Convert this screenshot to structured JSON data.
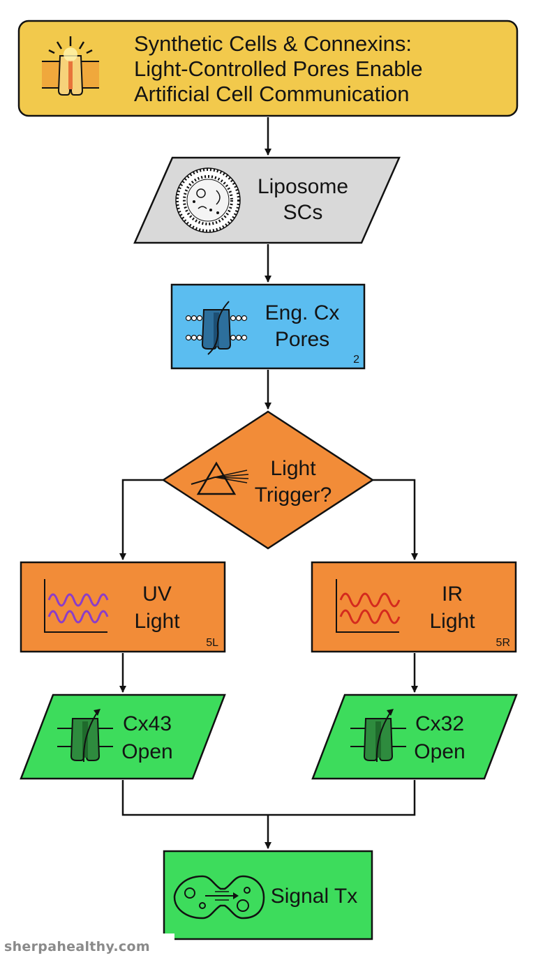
{
  "title": {
    "lines": [
      "Synthetic Cells & Connexins:",
      "Light-Controlled Pores Enable",
      "Artificial Cell Communication"
    ],
    "color": "#f2c94c",
    "icon": "light-gated-pore-icon"
  },
  "nodes": {
    "liposome": {
      "lines": [
        "Liposome",
        "SCs"
      ],
      "color": "#d9d9d9",
      "icon": "liposome-icon"
    },
    "eng_cx": {
      "lines": [
        "Eng. Cx",
        "Pores"
      ],
      "tag": "2",
      "color": "#5bbdf0",
      "icon": "membrane-pore-icon"
    },
    "light_trigger": {
      "lines": [
        "Light",
        "Trigger?"
      ],
      "color": "#f28c38",
      "icon": "prism-icon"
    },
    "uv_light": {
      "lines": [
        "UV",
        "Light"
      ],
      "tag": "5L",
      "color": "#f28c38",
      "wave_color": "#8b3dc9",
      "icon": "uv-wave-icon"
    },
    "ir_light": {
      "lines": [
        "IR",
        "Light"
      ],
      "tag": "5R",
      "color": "#f28c38",
      "wave_color": "#d42a1e",
      "icon": "ir-wave-icon"
    },
    "cx43_open": {
      "lines": [
        "Cx43",
        "Open"
      ],
      "color": "#3ddc5c",
      "icon": "open-channel-icon"
    },
    "cx32_open": {
      "lines": [
        "Cx32",
        "Open"
      ],
      "color": "#3ddc5c",
      "icon": "open-channel-icon"
    },
    "signal_tx": {
      "lines": [
        "Signal Tx"
      ],
      "color": "#3ddc5c",
      "icon": "cell-coupling-icon"
    }
  },
  "watermark": "sherpahealthy.com"
}
